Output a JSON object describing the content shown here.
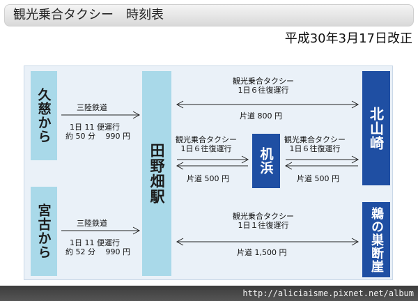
{
  "header": {
    "title": "観光乗合タクシー　時刻表",
    "revision": "平成30年3月17日改正"
  },
  "stations": {
    "kuji": "久慈から",
    "miyako": "宮古から",
    "tanohata": "田野畑駅",
    "tsukue": "机浜",
    "kitayamazaki": "北山崎",
    "unosu": "鵜の巣断崖"
  },
  "routes": {
    "kuji_rail": {
      "line": "三陸鉄道",
      "service": "1日 11 便運行",
      "detail": "約 50 分　 990 円"
    },
    "miyako_rail": {
      "line": "三陸鉄道",
      "service": "1日 11 便運行",
      "detail": "約 52 分　 990 円"
    },
    "kitayamazaki_taxi": {
      "name": "観光乗合タクシー",
      "service": "1日６往復運行",
      "fare": "片道 800 円"
    },
    "tsukue_taxi_left": {
      "name": "観光乗合タクシー",
      "service": "1日６往復運行",
      "fare": "片道 500 円"
    },
    "tsukue_taxi_right": {
      "name": "観光乗合タクシー",
      "service": "1日６往復運行",
      "fare": "片道 500 円"
    },
    "unosu_taxi": {
      "name": "観光乗合タクシー",
      "service": "1日１往復運行",
      "fare": "片道 1,500 円"
    }
  },
  "footer": {
    "watermark": "http://aliciaisme.pixnet.net/album"
  }
}
